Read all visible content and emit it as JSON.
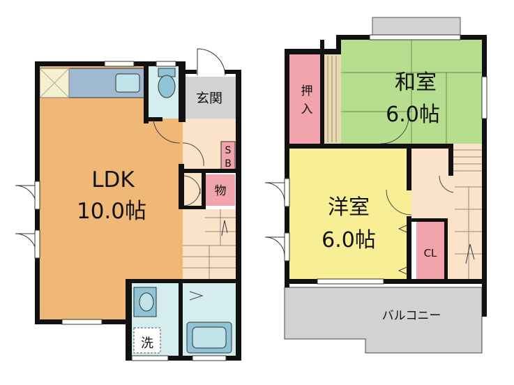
{
  "floor1": {
    "ldk": {
      "name": "LDK",
      "size": "10.0帖"
    },
    "genkan": "玄関",
    "sb": [
      "S",
      "B"
    ],
    "storage": "物",
    "washroom": "洗"
  },
  "floor2": {
    "washitsu": {
      "name": "和室",
      "size": "6.0帖"
    },
    "oshiire": [
      "押",
      "入"
    ],
    "youshitsu": {
      "name": "洋室",
      "size": "6.0帖"
    },
    "closet": "CL",
    "balcony": "バルコニー"
  },
  "colors": {
    "ldk": "#efb877",
    "washitsu": "#b7de8e",
    "youshitsu": "#f8ee95",
    "storage": "#f2a4ac",
    "corridor": "#fbe3c9",
    "genkan": "#d2d2d2",
    "wet": "#d6edf0",
    "fixture": "#8fc3d6",
    "kitchen": "#9fb9d2",
    "balcony": "#d2d2d2",
    "wall": "#111111"
  }
}
